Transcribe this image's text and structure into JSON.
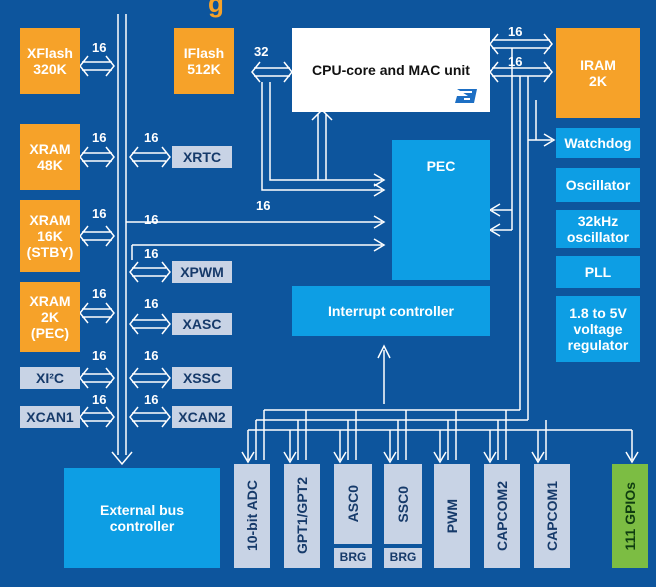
{
  "title_fragment": "g",
  "colors": {
    "background": "#0d559d",
    "orange": "#f6a229",
    "cyan": "#0d9ee4",
    "grey": "#c8d3e5",
    "green": "#7cbd43"
  },
  "memory": {
    "xflash": "XFlash\n320K",
    "iflash": "IFlash\n512K",
    "xram48": "XRAM\n48K",
    "xram16": "XRAM\n16K\n(STBY)",
    "xram2": "XRAM\n2K\n(PEC)",
    "iram": "IRAM\n2K"
  },
  "core": {
    "cpu": "CPU-core and MAC unit",
    "pec": "PEC",
    "intc": "Interrupt controller",
    "logo": "ST logo"
  },
  "xperipherals": {
    "xrtc": "XRTC",
    "xpwm": "XPWM",
    "xasc": "XASC",
    "xssc": "XSSC",
    "xcan2": "XCAN2",
    "xi2c": "XI²C",
    "xcan1": "XCAN1"
  },
  "right_blocks": {
    "watchdog": "Watchdog",
    "osc": "Oscillator",
    "osc32": "32kHz\noscillator",
    "pll": "PLL",
    "vreg": "1.8 to 5V\nvoltage\nregulator"
  },
  "ebc": "External bus\ncontroller",
  "bottom_peripherals": {
    "adc": "10-bit ADC",
    "gpt": "GPT1/GPT2",
    "asc0": "ASC0",
    "ssc0": "SSC0",
    "pwm": "PWM",
    "capcom2": "CAPCOM2",
    "capcom1": "CAPCOM1",
    "gpio": "111 GPIOs",
    "brg": "BRG"
  },
  "bus_widths": {
    "w16": "16",
    "w32": "32"
  }
}
